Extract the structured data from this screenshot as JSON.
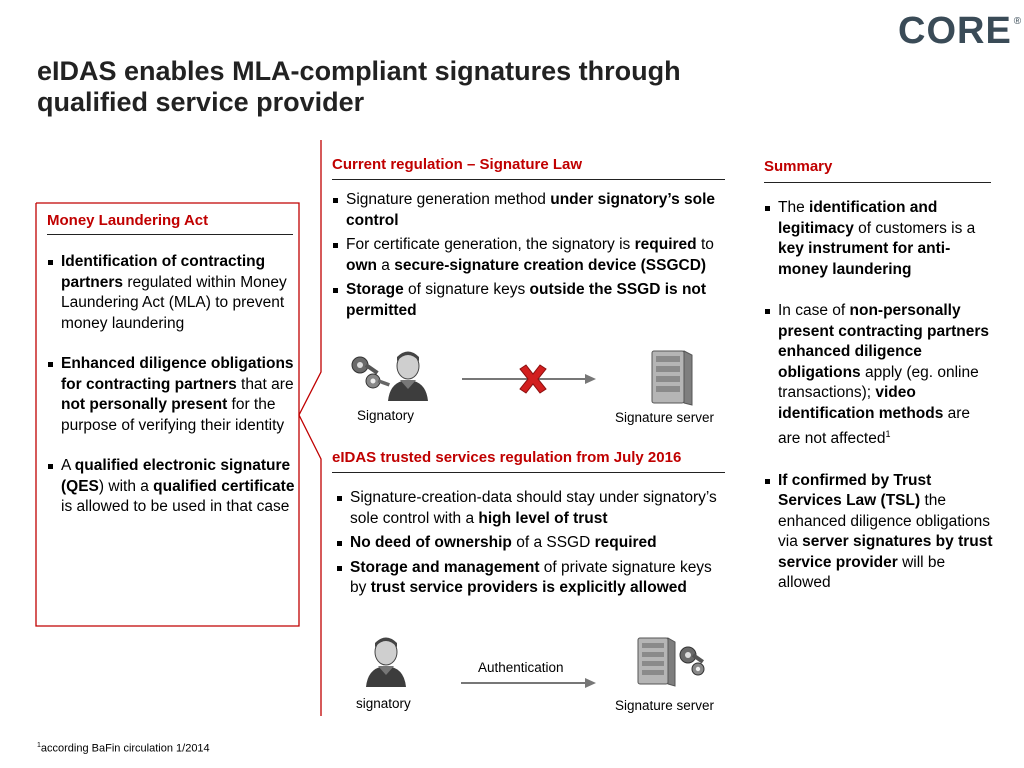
{
  "slide": {
    "title": "eIDAS enables MLA-compliant signatures through qualified service provider",
    "logo": "CORE",
    "logo_mark": "®",
    "footnote_marker": "1",
    "footnote_text": "according BaFin circulation 1/2014"
  },
  "left": {
    "heading": "Money Laundering Act",
    "bullets": [
      [
        {
          "t": "Identification of contracting partners",
          "b": true
        },
        {
          "t": " regulated within Money Laundering Act (MLA) to prevent money laundering",
          "b": false
        }
      ],
      [
        {
          "t": "Enhanced diligence obligations for contracting partners",
          "b": true
        },
        {
          "t": " that are ",
          "b": false
        },
        {
          "t": "not personally present",
          "b": true
        },
        {
          "t": " for the purpose of verifying their identity",
          "b": false
        }
      ],
      [
        {
          "t": "A ",
          "b": false
        },
        {
          "t": "qualified electronic signature (QES",
          "b": true
        },
        {
          "t": ") with a ",
          "b": false
        },
        {
          "t": "qualified certificate",
          "b": true
        },
        {
          "t": " is allowed to be used in that case",
          "b": false
        }
      ]
    ]
  },
  "middle_top": {
    "heading": "Current regulation – Signature Law",
    "bullets": [
      [
        {
          "t": "Signature generation method ",
          "b": false
        },
        {
          "t": "under signatory’s sole control",
          "b": true
        }
      ],
      [
        {
          "t": "For certificate generation, the signatory is ",
          "b": false
        },
        {
          "t": "required",
          "b": true
        },
        {
          "t": " to ",
          "b": false
        },
        {
          "t": "own",
          "b": true
        },
        {
          "t": " a ",
          "b": false
        },
        {
          "t": "secure-signature creation device (SSGCD)",
          "b": true
        }
      ],
      [
        {
          "t": "Storage",
          "b": true
        },
        {
          "t": " of signature keys ",
          "b": false
        },
        {
          "t": "outside the SSGD is not permitted",
          "b": true
        }
      ]
    ],
    "signatory_label": "Signatory",
    "server_label": "Signature server"
  },
  "middle_bottom": {
    "heading": "eIDAS trusted services regulation from July 2016",
    "bullets": [
      [
        {
          "t": "Signature-creation-data should stay under signatory’s sole control with a ",
          "b": false
        },
        {
          "t": "high level of trust",
          "b": true
        }
      ],
      [
        {
          "t": "No deed of ownership",
          "b": true
        },
        {
          "t": " of a SSGD ",
          "b": false
        },
        {
          "t": "required",
          "b": true
        }
      ],
      [
        {
          "t": "Storage and management",
          "b": true
        },
        {
          "t": " of private signature keys by ",
          "b": false
        },
        {
          "t": "trust service providers is explicitly allowed",
          "b": true
        }
      ]
    ],
    "auth_label": "Authentication",
    "signatory_label": "signatory",
    "server_label": "Signature server"
  },
  "right": {
    "heading": "Summary",
    "bullets": [
      [
        {
          "t": "The ",
          "b": false
        },
        {
          "t": "identification and legitimacy",
          "b": true
        },
        {
          "t": " of customers is a ",
          "b": false
        },
        {
          "t": "key instrument for anti-money laundering",
          "b": true
        }
      ],
      [
        {
          "t": "In case of ",
          "b": false
        },
        {
          "t": "non-personally present contracting partners enhanced diligence obligations",
          "b": true
        },
        {
          "t": " apply (eg. online transactions); ",
          "b": false
        },
        {
          "t": "video identification methods",
          "b": true
        },
        {
          "t": " are are not affected",
          "b": false
        },
        {
          "t": "1",
          "b": false,
          "sup": true
        }
      ],
      [
        {
          "t": "If confirmed by Trust Services Law (TSL)",
          "b": true
        },
        {
          "t": " the enhanced diligence obligations via ",
          "b": false
        },
        {
          "t": "server signatures by trust service provider",
          "b": true
        },
        {
          "t": " will be allowed",
          "b": false
        }
      ]
    ]
  },
  "icons": {
    "person": "person-icon",
    "keys": "keys-icon",
    "server": "server-icon",
    "cross": "red-x-icon",
    "arrow": "arrow-right-icon"
  },
  "colors": {
    "accent": "#c00000",
    "logo": "#3a4b57",
    "rule": "#222222"
  }
}
